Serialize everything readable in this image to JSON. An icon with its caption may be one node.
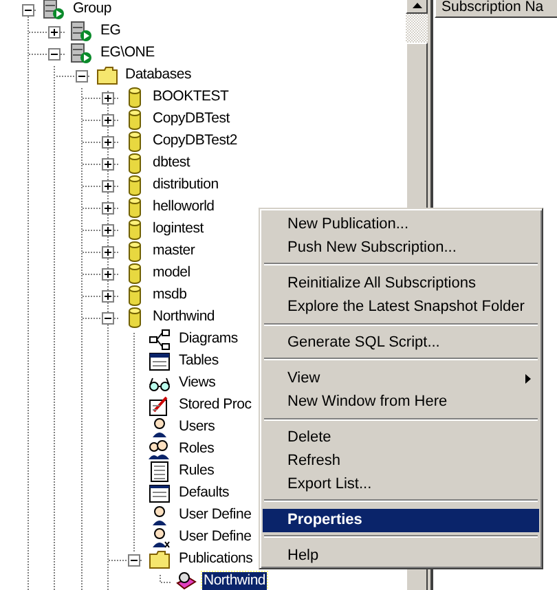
{
  "diagram": {
    "labels": [
      "Group",
      "EG",
      "EG\\ONE",
      "Databases",
      "BOOKTEST",
      "CopyDBTest",
      "CopyDBTest2",
      "dbtest",
      "distribution",
      "helloworld",
      "logintest",
      "master",
      "model",
      "msdb",
      "Northwind",
      "Diagrams",
      "Tables",
      "Views",
      "Stored Proc",
      "Users",
      "Roles",
      "Rules",
      "Defaults",
      "User Define",
      "User Define",
      "Publications",
      "Northwind",
      "Subscription Na",
      "New Publication...",
      "Push New Subscription...",
      "Reinitialize All Subscriptions",
      "Explore the Latest Snapshot Folder",
      "Generate SQL Script...",
      "View",
      "New Window from Here",
      "Delete",
      "Refresh",
      "Export List...",
      "Properties",
      "Help"
    ]
  }
}
